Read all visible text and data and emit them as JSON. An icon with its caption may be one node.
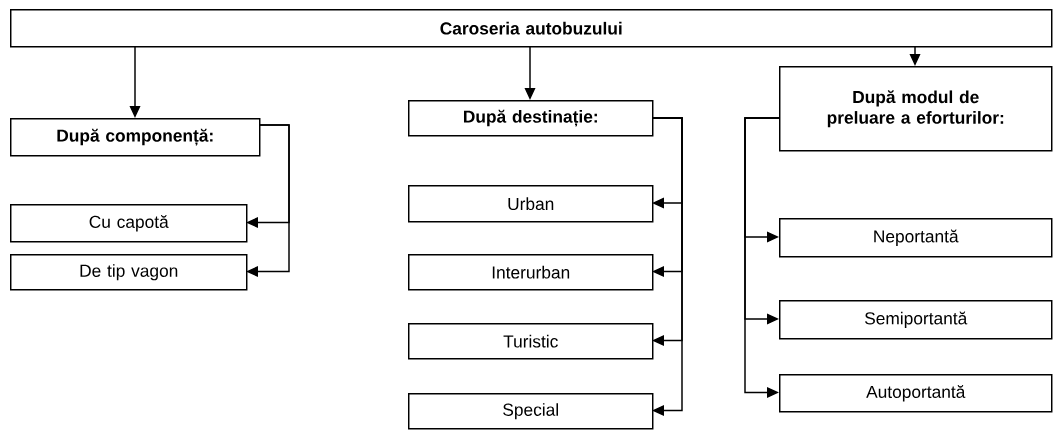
{
  "diagram": {
    "nodes": [
      {
        "text": [
          "Caroseria autobuzului"
        ]
      },
      {
        "text": [
          "După componență:"
        ]
      },
      {
        "text": [
          "Cu capotă"
        ]
      },
      {
        "text": [
          "De tip vagon"
        ]
      },
      {
        "text": [
          "După destinație:"
        ]
      },
      {
        "text": [
          "Urban"
        ]
      },
      {
        "text": [
          "Interurban"
        ]
      },
      {
        "text": [
          "Turistic"
        ]
      },
      {
        "text": [
          "Special"
        ]
      },
      {
        "text": [
          "După modul de preluare a eforturilor:"
        ]
      },
      {
        "text": [
          "Neportantă"
        ]
      },
      {
        "text": [
          "Semiportantă"
        ]
      },
      {
        "text": [
          "Autoportantă"
        ]
      }
    ],
    "edges": [
      {
        "from": 0,
        "to": 1,
        "arrow": "to"
      },
      {
        "from": 0,
        "to": 4,
        "arrow": "to"
      },
      {
        "from": 0,
        "to": 9,
        "arrow": "to"
      },
      {
        "from": 1,
        "to": 2,
        "arrow": "to"
      },
      {
        "from": 1,
        "to": 3,
        "arrow": "to"
      },
      {
        "from": 4,
        "to": 5,
        "arrow": "to"
      },
      {
        "from": 4,
        "to": 6,
        "arrow": "to"
      },
      {
        "from": 4,
        "to": 7,
        "arrow": "to"
      },
      {
        "from": 4,
        "to": 8,
        "arrow": "to"
      },
      {
        "from": 9,
        "to": 10,
        "arrow": "to"
      },
      {
        "from": 9,
        "to": 11,
        "arrow": "to"
      },
      {
        "from": 9,
        "to": 12,
        "arrow": "to"
      }
    ]
  }
}
